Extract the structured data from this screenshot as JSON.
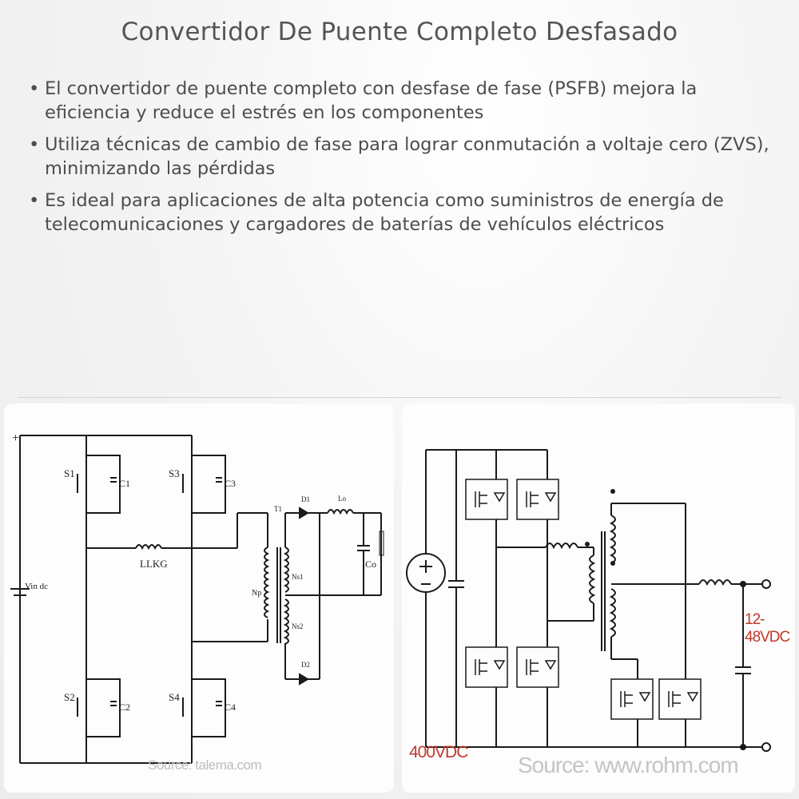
{
  "title": "Convertidor De Puente Completo Desfasado",
  "bullets": [
    "El convertidor de puente completo con desfase de fase (PSFB) mejora la eficiencia y reduce el estrés en los componentes",
    "Utiliza técnicas de cambio de fase para lograr conmutación a voltaje cero (ZVS), minimizando las pérdidas",
    "Es ideal para aplicaciones de alta potencia como suministros de energía de telecomunicaciones y cargadores de baterías de vehículos eléctricos"
  ],
  "diagram_left": {
    "source": "Source: talema.com",
    "labels": {
      "plus": "+",
      "vin": "Vin dc",
      "s1": "S1",
      "s2": "S2",
      "s3": "S3",
      "s4": "S4",
      "c1": "C1",
      "c2": "C2",
      "c3": "C3",
      "c4": "C4",
      "llkg": "LLKG",
      "np": "Np",
      "ns1": "Ns1",
      "ns2": "Ns2",
      "t1": "T1",
      "d1": "D1",
      "d2": "D2",
      "lo": "Lo",
      "co": "Co"
    }
  },
  "diagram_right": {
    "source": "Source: www.rohm.com",
    "input_voltage": "400VDC",
    "output_voltage": "12-48VDC",
    "accent_color": "#c0392b"
  }
}
